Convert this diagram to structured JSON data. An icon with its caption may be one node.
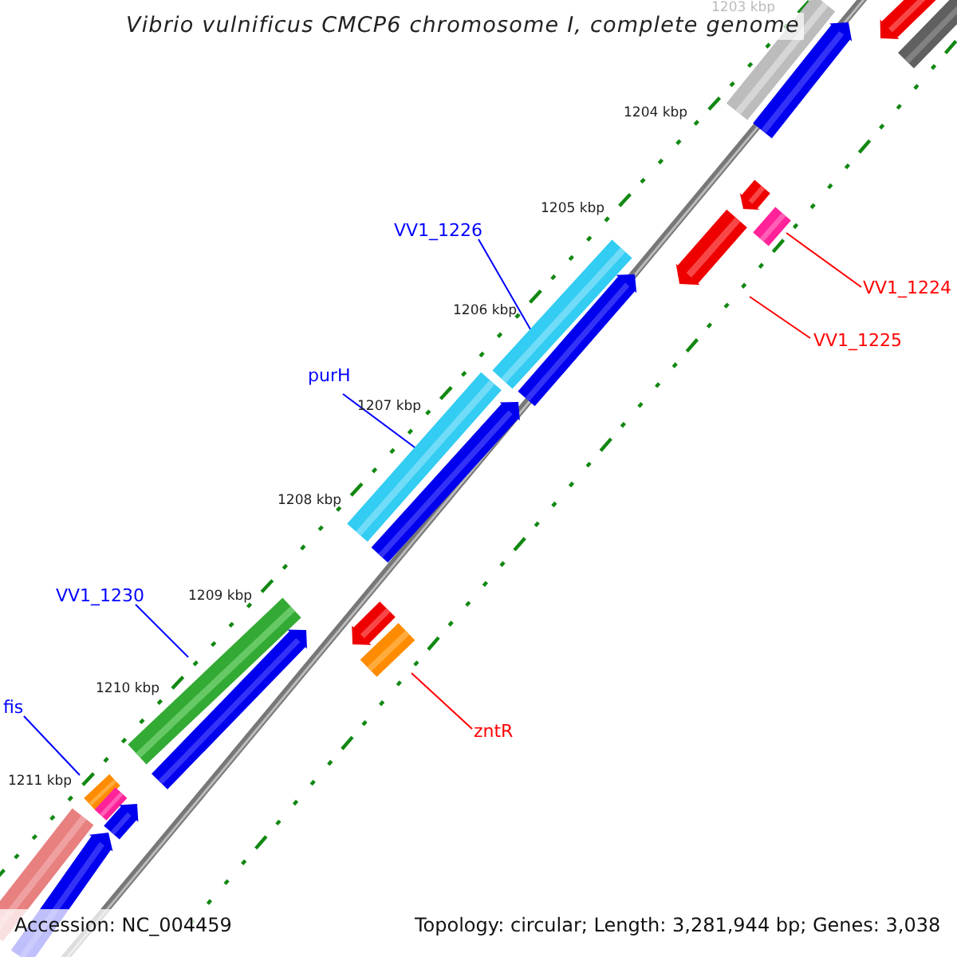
{
  "diagram": {
    "title": "Vibrio vulnificus CMCP6 chromosome I, complete genome",
    "nodes": [
      {
        "text": [],
        "shape": "bar"
      },
      {
        "text": [],
        "shape": "arrow"
      },
      {
        "text": [],
        "shape": "arrow"
      },
      {
        "text": [],
        "shape": "bar"
      },
      {
        "text": [
          "VV1_1226"
        ]
      },
      {
        "text": [],
        "shape": "bar"
      },
      {
        "text": [],
        "shape": "arrow"
      },
      {
        "text": [
          "VV1_1224"
        ]
      },
      {
        "text": [],
        "shape": "arrow"
      },
      {
        "text": [],
        "shape": "bar"
      },
      {
        "text": [
          "VV1_1225"
        ]
      },
      {
        "text": [],
        "shape": "arrow"
      },
      {
        "text": [
          "purH"
        ]
      },
      {
        "text": [],
        "shape": "bar"
      },
      {
        "text": [],
        "shape": "arrow"
      },
      {
        "text": [
          "VV1_1230"
        ]
      },
      {
        "text": [],
        "shape": "bar"
      },
      {
        "text": [],
        "shape": "arrow"
      },
      {
        "text": [],
        "shape": "arrow"
      },
      {
        "text": [],
        "shape": "bar"
      },
      {
        "text": [
          "zntR"
        ]
      },
      {
        "text": [
          "fis"
        ]
      },
      {
        "text": [],
        "shape": "bar"
      },
      {
        "text": [],
        "shape": "bar"
      },
      {
        "text": [],
        "shape": "bar"
      },
      {
        "text": [],
        "shape": "arrow"
      },
      {
        "text": [],
        "shape": "arrow"
      }
    ],
    "edges": [
      {
        "from": 4,
        "to": 5,
        "arrow": "none"
      },
      {
        "from": 7,
        "to": 9,
        "arrow": "none",
        "color": "#ff0000"
      },
      {
        "from": 10,
        "to": 11,
        "arrow": "none",
        "color": "#ff0000"
      },
      {
        "from": 12,
        "to": 13,
        "arrow": "none"
      },
      {
        "from": 15,
        "to": 16,
        "arrow": "none"
      },
      {
        "from": 21,
        "to": 22,
        "arrow": "none"
      },
      {
        "from": 20,
        "to": 19,
        "arrow": "none",
        "color": "#ff0000"
      }
    ],
    "labels": [
      "1203 kbp",
      "1204 kbp",
      "1205 kbp",
      "1206 kbp",
      "1207 kbp",
      "1208 kbp",
      "1209 kbp",
      "1210 kbp",
      "1211 kbp",
      "Accession: NC_004459",
      "Topology: circular; Length: 3,281,944 bp; Genes: 3,038"
    ]
  }
}
